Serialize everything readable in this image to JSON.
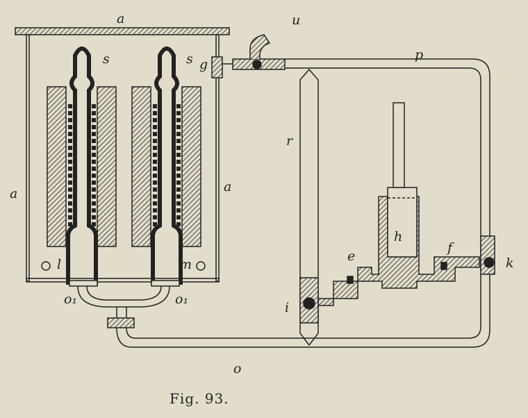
{
  "figure": {
    "caption": "Fig. 93.",
    "labels": {
      "a_top": "a",
      "a_left": "a",
      "a_right": "a",
      "s_left": "s",
      "s_right": "s",
      "g": "g",
      "u": "u",
      "p": "p",
      "r": "r",
      "h": "h",
      "e": "e",
      "f": "f",
      "k": "k",
      "i": "i",
      "l": "l",
      "m": "m",
      "o1_left": "o₁",
      "o1_right": "o₁",
      "o": "o"
    }
  },
  "colors": {
    "paper": "#e2dccb",
    "ink": "#222222"
  }
}
